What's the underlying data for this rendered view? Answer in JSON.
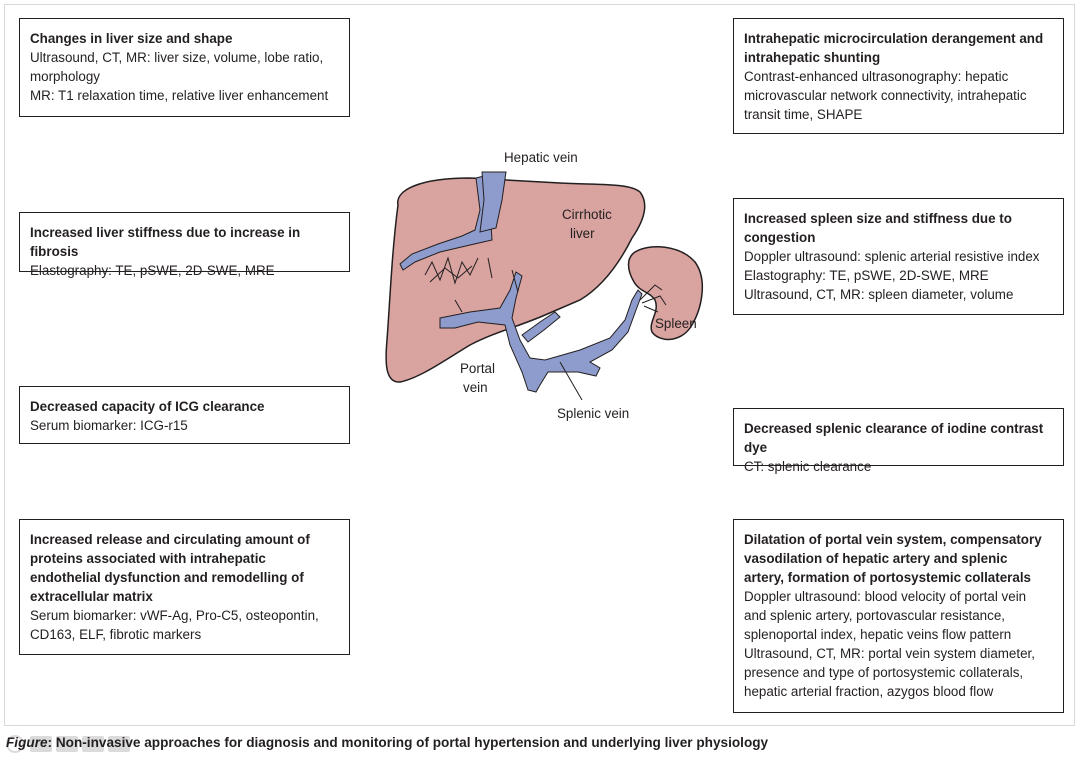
{
  "boxes": {
    "liver_size": {
      "title": "Changes in liver size and shape",
      "lines": [
        "Ultrasound, CT, MR: liver size, volume, lobe ratio,",
        "morphology",
        "MR: T1 relaxation time, relative liver enhancement"
      ]
    },
    "liver_stiffness": {
      "title": "Increased liver stiffness due to increase in fibrosis",
      "lines": [
        "Elastography: TE, pSWE, 2D-SWE, MRE"
      ]
    },
    "icg": {
      "title": "Decreased capacity of ICG clearance",
      "lines": [
        "Serum biomarker: ICG-r15"
      ]
    },
    "proteins": {
      "title_lines": [
        "Increased release and circulating amount of",
        "proteins associated with intrahepatic",
        "endothelial dysfunction and remodelling of",
        "extracellular matrix"
      ],
      "lines": [
        "Serum biomarker: vWF-Ag, Pro-C5, osteopontin,",
        "CD163, ELF, fibrotic markers"
      ]
    },
    "microcirculation": {
      "title_lines": [
        "Intrahepatic microcirculation derangement and",
        "intrahepatic shunting"
      ],
      "lines": [
        "Contrast-enhanced ultrasonography: hepatic",
        "microvascular network connectivity, intrahepatic",
        "transit time, SHAPE"
      ]
    },
    "spleen_size": {
      "title_lines": [
        "Increased spleen size and stiffness due to",
        "congestion"
      ],
      "lines": [
        "Doppler ultrasound: splenic arterial resistive index",
        "Elastography: TE, pSWE, 2D-SWE, MRE",
        "Ultrasound, CT, MR: spleen diameter, volume"
      ]
    },
    "splenic_clearance": {
      "title": "Decreased splenic clearance of iodine contrast dye",
      "lines": [
        "CT: splenic clearance"
      ]
    },
    "portal_system": {
      "title_lines": [
        "Dilatation of portal vein system, compensatory",
        "vasodilation of hepatic artery and splenic",
        "artery, formation of portosystemic collaterals"
      ],
      "lines": [
        "Doppler ultrasound: blood velocity of portal vein",
        "and splenic artery, portovascular resistance,",
        "splenoportal index, hepatic veins flow pattern",
        "Ultrasound, CT, MR: portal vein system diameter,",
        "presence and type of portosystemic collaterals,",
        "hepatic arterial fraction, azygos blood flow"
      ]
    }
  },
  "diagram": {
    "hepatic_vein": "Hepatic vein",
    "cirrhotic_liver": [
      "Cirrhotic",
      "liver"
    ],
    "spleen": "Spleen",
    "portal_vein": [
      "Portal",
      "vein"
    ],
    "splenic_vein": "Splenic vein"
  },
  "caption": {
    "figure_label": "Figure",
    "text": "Non-invasive approaches for diagnosis and monitoring of portal hypertension and underlying liver physiology"
  },
  "watermark": {
    "logo_icon": "watermark-logo-icon"
  },
  "colors": {
    "liver_fill": "#d9a3a0",
    "liver_stroke": "#231f20",
    "vein_fill": "#8d9ccc",
    "spleen_fill": "#d9a3a0"
  }
}
